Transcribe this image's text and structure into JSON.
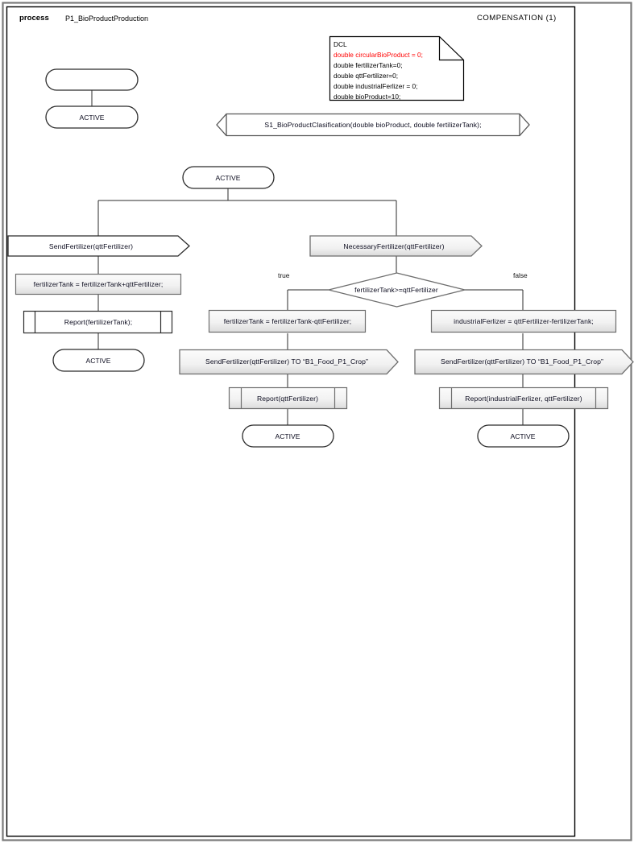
{
  "header": {
    "keyword": "process",
    "process_name": "P1_BioProductProduction",
    "right_label": "COMPENSATION (1)"
  },
  "note": {
    "title": "DCL",
    "lines": [
      {
        "text": "double circularBioProduct = 0;",
        "color": "#ff0000"
      },
      {
        "text": "double fertilizerTank=0;",
        "color": "#000000"
      },
      {
        "text": "double qttFertilizer=0;",
        "color": "#000000"
      },
      {
        "text": "double industrialFerlizer = 0;",
        "color": "#000000"
      },
      {
        "text": "double bioProduct=10;",
        "color": "#000000"
      }
    ]
  },
  "nodes": {
    "start_empty": "",
    "state_active_start": "ACTIVE",
    "signal_s1": "S1_BioProductClasification(double bioProduct, double  fertilizerTank);",
    "state_active_main": "ACTIVE",
    "send_fertilizer_left": "SendFertilizer(qttFertilizer)",
    "necessary_fertilizer": "NecessaryFertilizer(qttFertilizer)",
    "assign_left": "fertilizerTank = fertilizerTank+qttFertilizer;",
    "report_left": "Report(fertilizerTank);",
    "state_active_left": "ACTIVE",
    "decision": "fertilizerTank>=qttFertilizer",
    "edge_true": "true",
    "edge_false": "false",
    "assign_center": "fertilizerTank = fertilizerTank-qttFertilizer;",
    "send_center": "SendFertilizer(qttFertilizer) TO “B1_Food_P1_Crop”",
    "report_center": "Report(qttFertilizer)",
    "state_active_center": "ACTIVE",
    "assign_right": "industrialFerlizer = qttFertilizer-fertilizerTank;",
    "send_right": "SendFertilizer(qttFertilizer) TO “B1_Food_P1_Crop”",
    "report_right": "Report(industrialFerlizer, qttFertilizer)",
    "state_active_right": "ACTIVE"
  },
  "colors": {
    "stroke_dark": "#2b2b2b",
    "stroke_gray": "#808080",
    "fill_white": "#ffffff",
    "fill_gray_top": "#f7f7f7",
    "fill_gray_bottom": "#e2e2e2",
    "frame": "#000000",
    "outer_frame": "#7a7a7a",
    "note_red": "#ff0000",
    "text": "#0b0b1e"
  }
}
